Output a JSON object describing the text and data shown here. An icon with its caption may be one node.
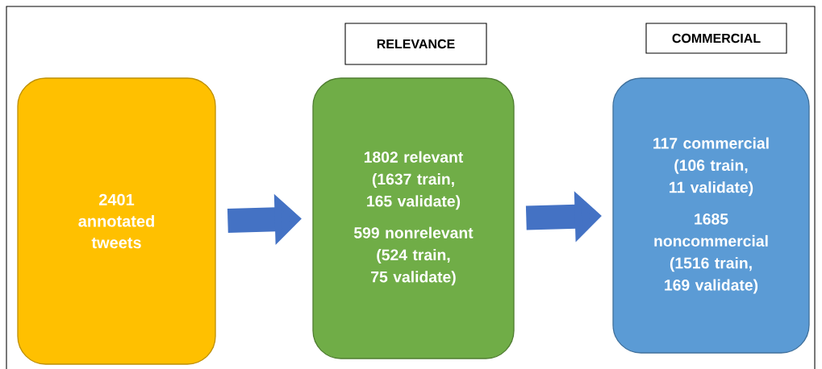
{
  "diagram": {
    "nodes": [
      {
        "text": [
          "2401 annotated tweets"
        ]
      },
      {
        "text": [
          "1802 relevant (1637 train, 165 validate)",
          "599 nonrelevant (524 train, 75 validate)"
        ]
      },
      {
        "text": [
          "117 commercial (106 train, 11 validate)",
          "1685 noncommercial (1516 train, 169 validate)"
        ]
      },
      {
        "text": [
          "RELEVANCE"
        ]
      },
      {
        "text": [
          "COMMERCIAL"
        ]
      }
    ],
    "edges": [
      {
        "from": 0,
        "to": 1,
        "arrow": "to"
      },
      {
        "from": 1,
        "to": 2,
        "arrow": "to"
      }
    ]
  }
}
